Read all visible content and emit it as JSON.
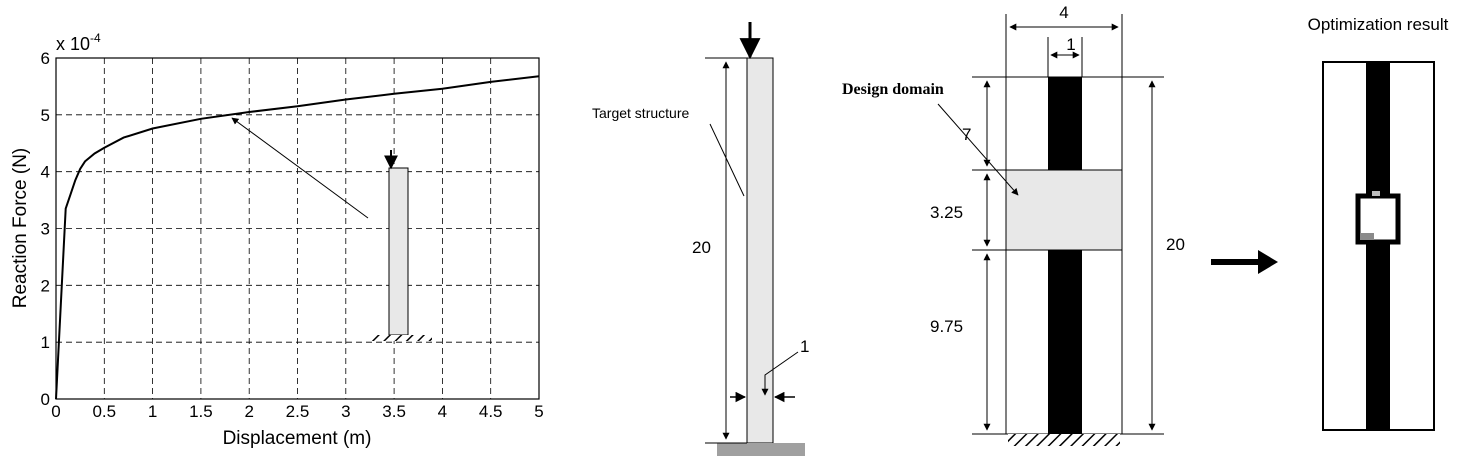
{
  "chart_data": {
    "type": "line",
    "xlabel": "Displacement (m)",
    "ylabel": "Reaction Force (N)",
    "y_multiplier": "x 10",
    "y_exponent": "-4",
    "xlim": [
      0,
      5
    ],
    "ylim": [
      0,
      6
    ],
    "grid": true,
    "x_ticks": [
      "0",
      "0.5",
      "1",
      "1.5",
      "2",
      "2.5",
      "3",
      "3.5",
      "4",
      "4.5",
      "5"
    ],
    "y_ticks": [
      "0",
      "1",
      "2",
      "3",
      "4",
      "5",
      "6"
    ],
    "series": [
      {
        "x": [
          0,
          0.1,
          0.15,
          0.2,
          0.25,
          0.3,
          0.4,
          0.5,
          0.7,
          1.0,
          1.5,
          2.0,
          2.5,
          3.0,
          3.5,
          4.0,
          4.5,
          5.0
        ],
        "y": [
          0,
          3.35,
          3.6,
          3.85,
          4.05,
          4.18,
          4.32,
          4.42,
          4.6,
          4.76,
          4.93,
          5.05,
          5.15,
          5.27,
          5.37,
          5.46,
          5.58,
          5.68
        ]
      }
    ]
  },
  "diagram": {
    "target_label": "Target structure",
    "height_label": "20",
    "width_label": "1",
    "design_domain_label": "Design domain",
    "outer_width_label": "4",
    "inner_width_label": "1",
    "segment_labels": [
      "7",
      "3.25",
      "9.75"
    ],
    "total_height_label": "20",
    "result_title": "Optimization result"
  }
}
